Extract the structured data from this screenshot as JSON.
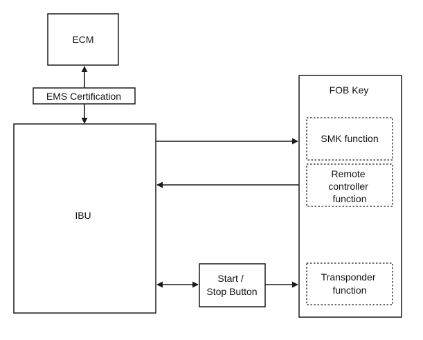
{
  "diagram": {
    "nodes": {
      "ecm": "ECM",
      "ems_certification": "EMS Certification",
      "ibu": "IBU",
      "fob_key": "FOB Key",
      "smk_function": "SMK function",
      "remote_controller_function": [
        "Remote",
        "controller",
        "function"
      ],
      "start_stop_button": [
        "Start /",
        "Stop Button"
      ],
      "transponder_function": [
        "Transponder",
        "function"
      ]
    }
  }
}
